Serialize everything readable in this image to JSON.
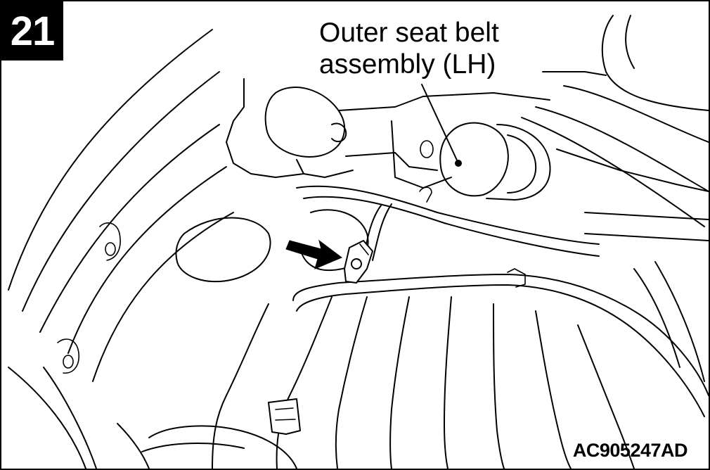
{
  "figure": {
    "step_number": "21",
    "callout_line1": "Outer seat belt",
    "callout_line2": "assembly (LH)",
    "figure_code": "AC905247AD"
  },
  "colors": {
    "ink": "#000000",
    "paper": "#ffffff"
  },
  "icons": {
    "pointer": "black-arrow-icon"
  }
}
